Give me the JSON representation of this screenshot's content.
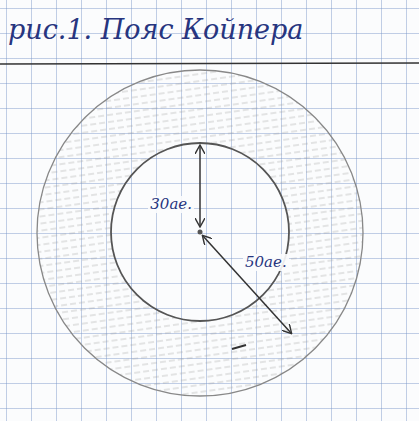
{
  "diagram": {
    "title": "рис.1. Пояс Койпера",
    "labels": [
      "30ае.",
      "50ае."
    ]
  }
}
